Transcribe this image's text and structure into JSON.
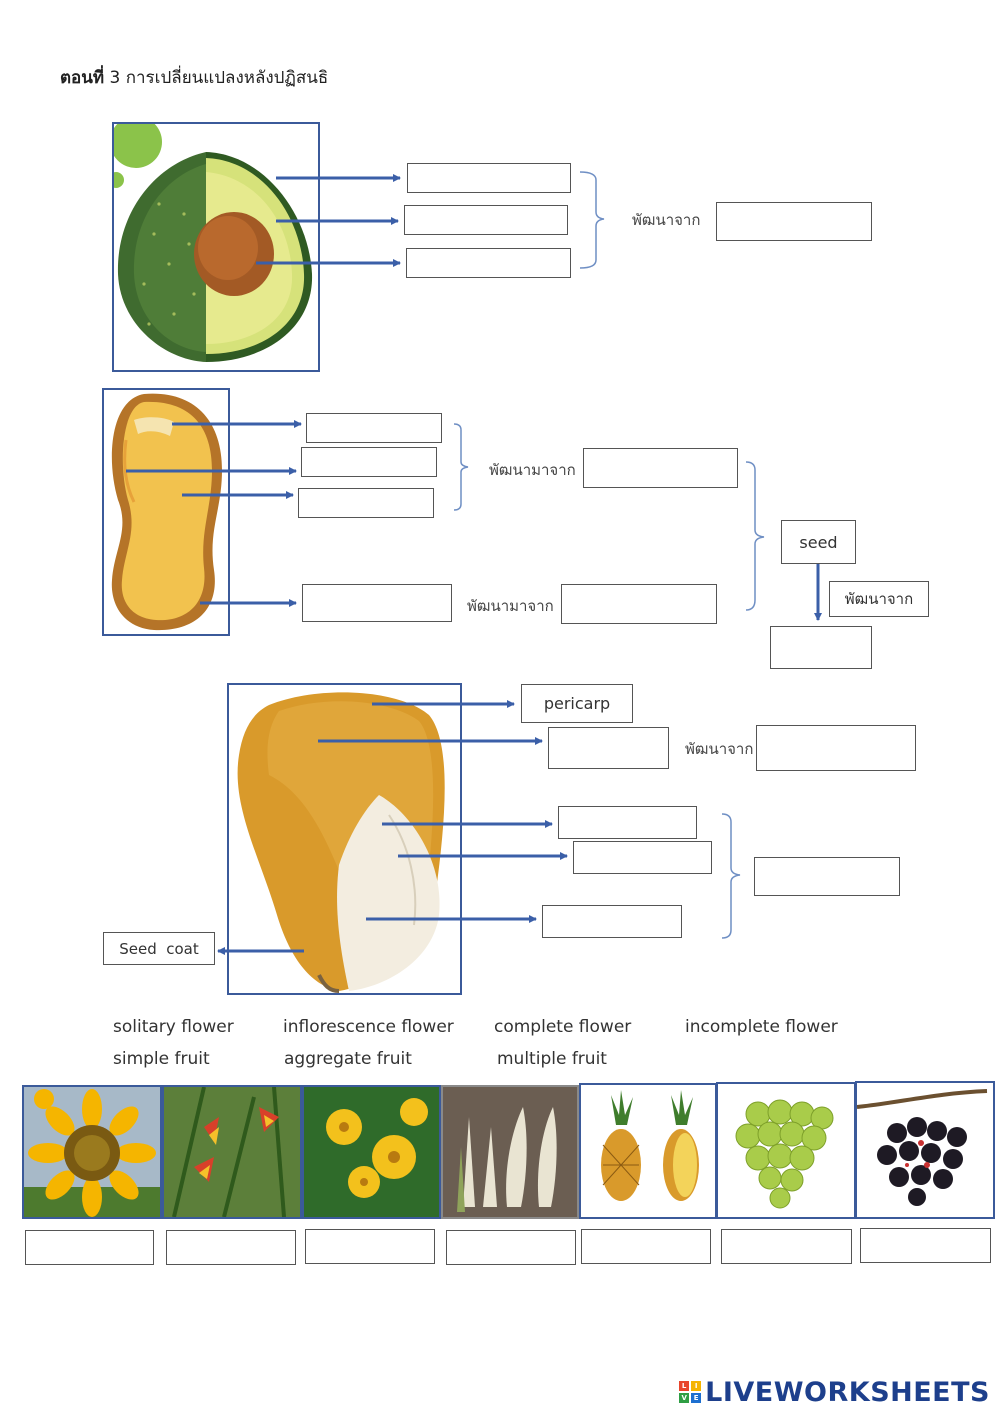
{
  "heading": {
    "bold": "ตอนที่",
    "rest": "3 การเปลี่ยนแปลงหลังปฏิสนธิ"
  },
  "section1": {
    "develops_from": "พัฒนาจาก"
  },
  "section2": {
    "develops_from_top": "พัฒนามาจาก",
    "develops_from_bottom": "พัฒนามาจาก",
    "seed_label": "seed",
    "develops_from_side": "พัฒนาจาก"
  },
  "section3": {
    "pericarp_label": "pericarp",
    "develops_from": "พัฒนาจาก",
    "seed_coat_label": "Seed  coat"
  },
  "word_bank": {
    "row1": [
      "solitary flower",
      "inflorescence flower",
      "complete flower",
      "incomplete flower"
    ],
    "row2": [
      "simple fruit",
      "aggregate fruit",
      "multiple fruit"
    ]
  },
  "photos": [
    "sunflower-photo",
    "gloriosa-lily-photo",
    "yellow-flower-photo",
    "banana-flower-photo",
    "pineapple-photo",
    "green-grapes-photo",
    "black-berries-photo"
  ],
  "logo": {
    "text": "LIVEWORKSHEETS",
    "blocks": [
      "L",
      "I",
      "V",
      "E"
    ]
  },
  "colors": {
    "frame": "#3b5a9a",
    "arrow": "#3b5fa8",
    "brace": "#6f8fc4"
  }
}
